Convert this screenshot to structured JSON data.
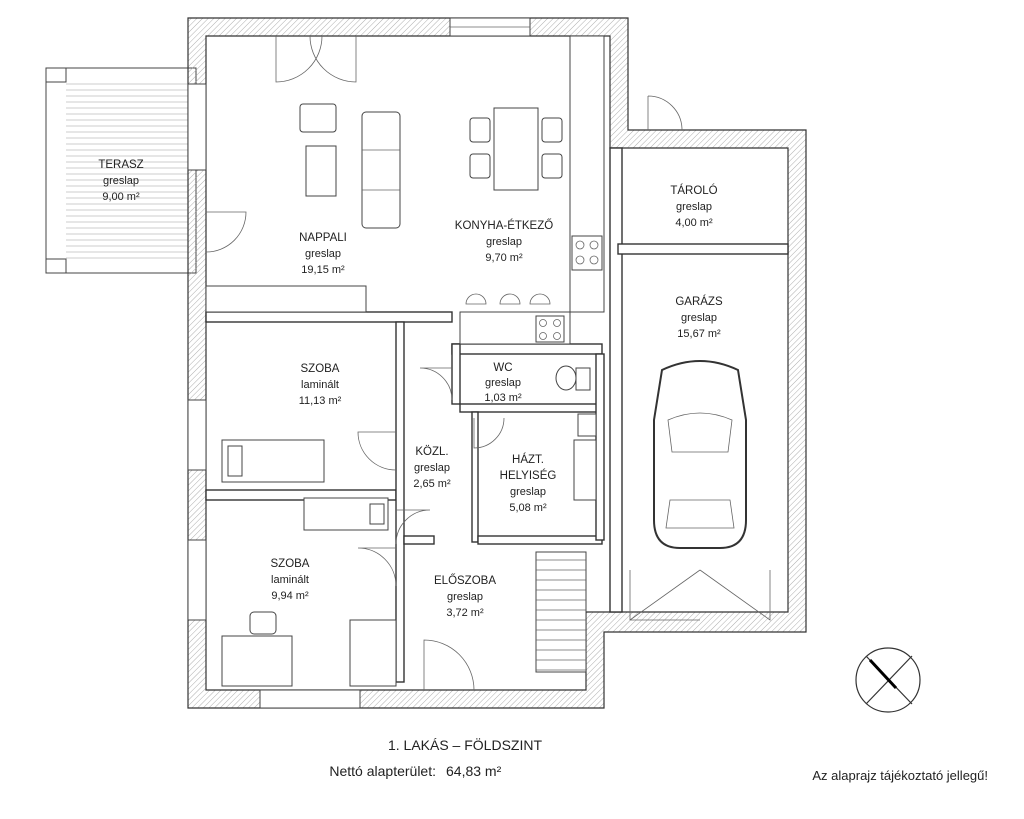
{
  "rooms": {
    "terasz": {
      "name": "TERASZ",
      "floor": "greslap",
      "area": "9,00 m²"
    },
    "nappali": {
      "name": "NAPPALI",
      "floor": "greslap",
      "area": "19,15 m²"
    },
    "konyha": {
      "name": "KONYHA-ÉTKEZŐ",
      "floor": "greslap",
      "area": "9,70 m²"
    },
    "tarolo": {
      "name": "TÁROLÓ",
      "floor": "greslap",
      "area": "4,00 m²"
    },
    "garazs": {
      "name": "GARÁZS",
      "floor": "greslap",
      "area": "15,67 m²"
    },
    "szoba1": {
      "name": "SZOBA",
      "floor": "laminált",
      "area": "11,13 m²"
    },
    "wc": {
      "name": "WC",
      "floor": "greslap",
      "area": "1,03 m²"
    },
    "kozl": {
      "name": "KÖZL.",
      "floor": "greslap",
      "area": "2,65 m²"
    },
    "haztart": {
      "name1": "HÁZT.",
      "name2": "HELYISÉG",
      "floor": "greslap",
      "area": "5,08 m²"
    },
    "szoba2": {
      "name": "SZOBA",
      "floor": "laminált",
      "area": "9,94 m²"
    },
    "eloszoba": {
      "name": "ELŐSZOBA",
      "floor": "greslap",
      "area": "3,72 m²"
    }
  },
  "footer": {
    "title": "1. LAKÁS – FÖLDSZINT",
    "area_label": "Nettó alapterület:",
    "area_value": "64,83 m²",
    "note": "Az alaprajz tájékoztató jellegű!"
  }
}
